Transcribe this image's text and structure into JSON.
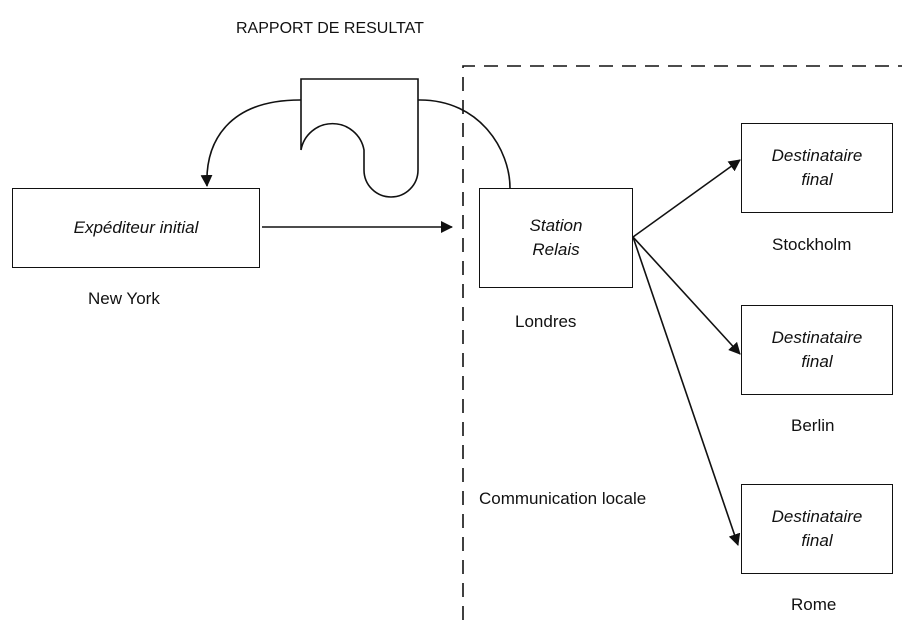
{
  "title": "RAPPORT DE RESULTAT",
  "sender": {
    "label": "Expéditeur initial",
    "city": "New York"
  },
  "relay": {
    "line1": "Station",
    "line2": "Relais",
    "city": "Londres"
  },
  "local_zone_label": "Communication locale",
  "destinations": [
    {
      "line1": "Destinataire",
      "line2": "final",
      "city": "Stockholm"
    },
    {
      "line1": "Destinataire",
      "line2": "final",
      "city": "Berlin"
    },
    {
      "line1": "Destinataire",
      "line2": "final",
      "city": "Rome"
    }
  ]
}
